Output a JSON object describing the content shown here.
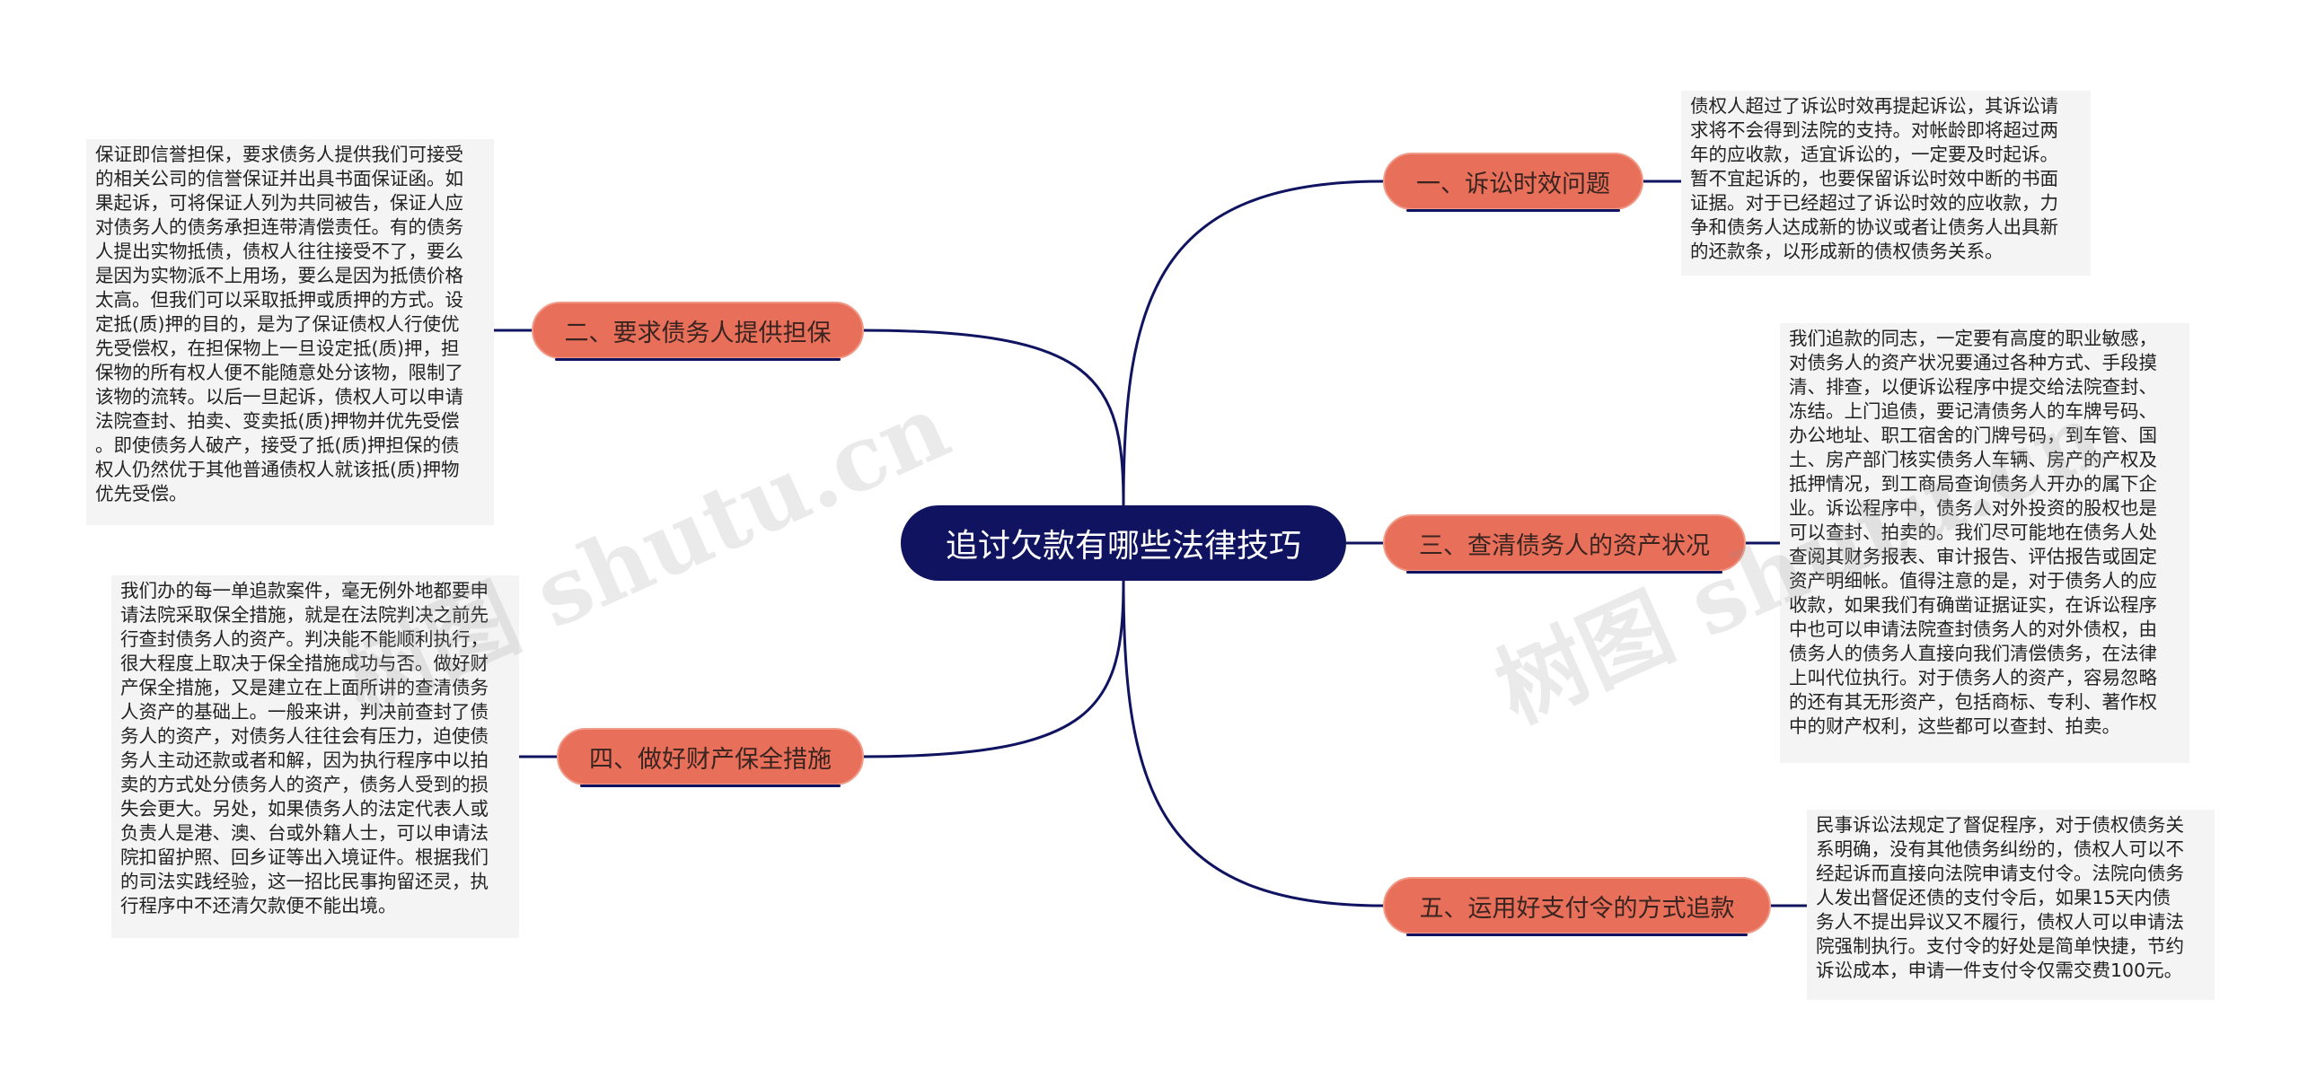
{
  "center": {
    "title": "追讨欠款有哪些法律技巧"
  },
  "branches": [
    {
      "label": "一、诉讼时效问题",
      "note": "债权人超过了诉讼时效再提起诉讼，其诉讼请\n求将不会得到法院的支持。对帐龄即将超过两\n年的应收款，适宜诉讼的，一定要及时起诉。\n暂不宜起诉的，也要保留诉讼时效中断的书面\n证据。对于已经超过了诉讼时效的应收款，力\n争和债务人达成新的协议或者让债务人出具新\n的还款条，以形成新的债权债务关系。"
    },
    {
      "label": "二、要求债务人提供担保",
      "note": "保证即信誉担保，要求债务人提供我们可接受\n的相关公司的信誉保证并出具书面保证函。如\n果起诉，可将保证人列为共同被告，保证人应\n对债务人的债务承担连带清偿责任。有的债务\n人提出实物抵债，债权人往往接受不了，要么\n是因为实物派不上用场，要么是因为抵债价格\n太高。但我们可以采取抵押或质押的方式。设\n定抵(质)押的目的，是为了保证债权人行使优\n先受偿权，在担保物上一旦设定抵(质)押，担\n保物的所有权人便不能随意处分该物，限制了\n该物的流转。以后一旦起诉，债权人可以申请\n法院查封、拍卖、变卖抵(质)押物并优先受偿\n。即使债务人破产，接受了抵(质)押担保的债\n权人仍然优于其他普通债权人就该抵(质)押物\n优先受偿。"
    },
    {
      "label": "三、查清债务人的资产状况",
      "note": "我们追款的同志，一定要有高度的职业敏感，\n对债务人的资产状况要通过各种方式、手段摸\n清、排查，以便诉讼程序中提交给法院查封、\n冻结。上门追债，要记清债务人的车牌号码、\n办公地址、职工宿舍的门牌号码，到车管、国\n土、房产部门核实债务人车辆、房产的产权及\n抵押情况，到工商局查询债务人开办的属下企\n业。诉讼程序中，债务人对外投资的股权也是\n可以查封、拍卖的。我们尽可能地在债务人处\n查阅其财务报表、审计报告、评估报告或固定\n资产明细帐。值得注意的是，对于债务人的应\n收款，如果我们有确凿证据证实，在诉讼程序\n中也可以申请法院查封债务人的对外债权，由\n债务人的债务人直接向我们清偿债务，在法律\n上叫代位执行。对于债务人的资产，容易忽略\n的还有其无形资产，包括商标、专利、著作权\n中的财产权利，这些都可以查封、拍卖。"
    },
    {
      "label": "四、做好财产保全措施",
      "note": "我们办的每一单追款案件，毫无例外地都要申\n请法院采取保全措施，就是在法院判决之前先\n行查封债务人的资产。判决能不能顺利执行，\n很大程度上取决于保全措施成功与否。做好财\n产保全措施，又是建立在上面所讲的查清债务\n人资产的基础上。一般来讲，判决前查封了债\n务人的资产，对债务人往往会有压力，迫使债\n务人主动还款或者和解，因为执行程序中以拍\n卖的方式处分债务人的资产，债务人受到的损\n失会更大。另处，如果债务人的法定代表人或\n负责人是港、澳、台或外籍人士，可以申请法\n院扣留护照、回乡证等出入境证件。根据我们\n的司法实践经验，这一招比民事拘留还灵，执\n行程序中不还清欠款便不能出境。"
    },
    {
      "label": "五、运用好支付令的方式追款",
      "note": "民事诉讼法规定了督促程序，对于债权债务关\n系明确，没有其他债务纠纷的，债权人可以不\n经起诉而直接向法院申请支付令。法院向债务\n人发出督促还债的支付令后，如果15天内债\n务人不提出异议又不履行，债权人可以申请法\n院强制执行。支付令的好处是简单快捷，节约\n诉讼成本，申请一件支付令仅需交费100元。"
    }
  ],
  "watermarks": [
    "树图 shutu.cn",
    "树图 shutu.cn"
  ],
  "colors": {
    "center_fill": "#101460",
    "branch_fill": "#e86f5a",
    "connector": "#101460",
    "note_fill": "#f4f4f4"
  }
}
